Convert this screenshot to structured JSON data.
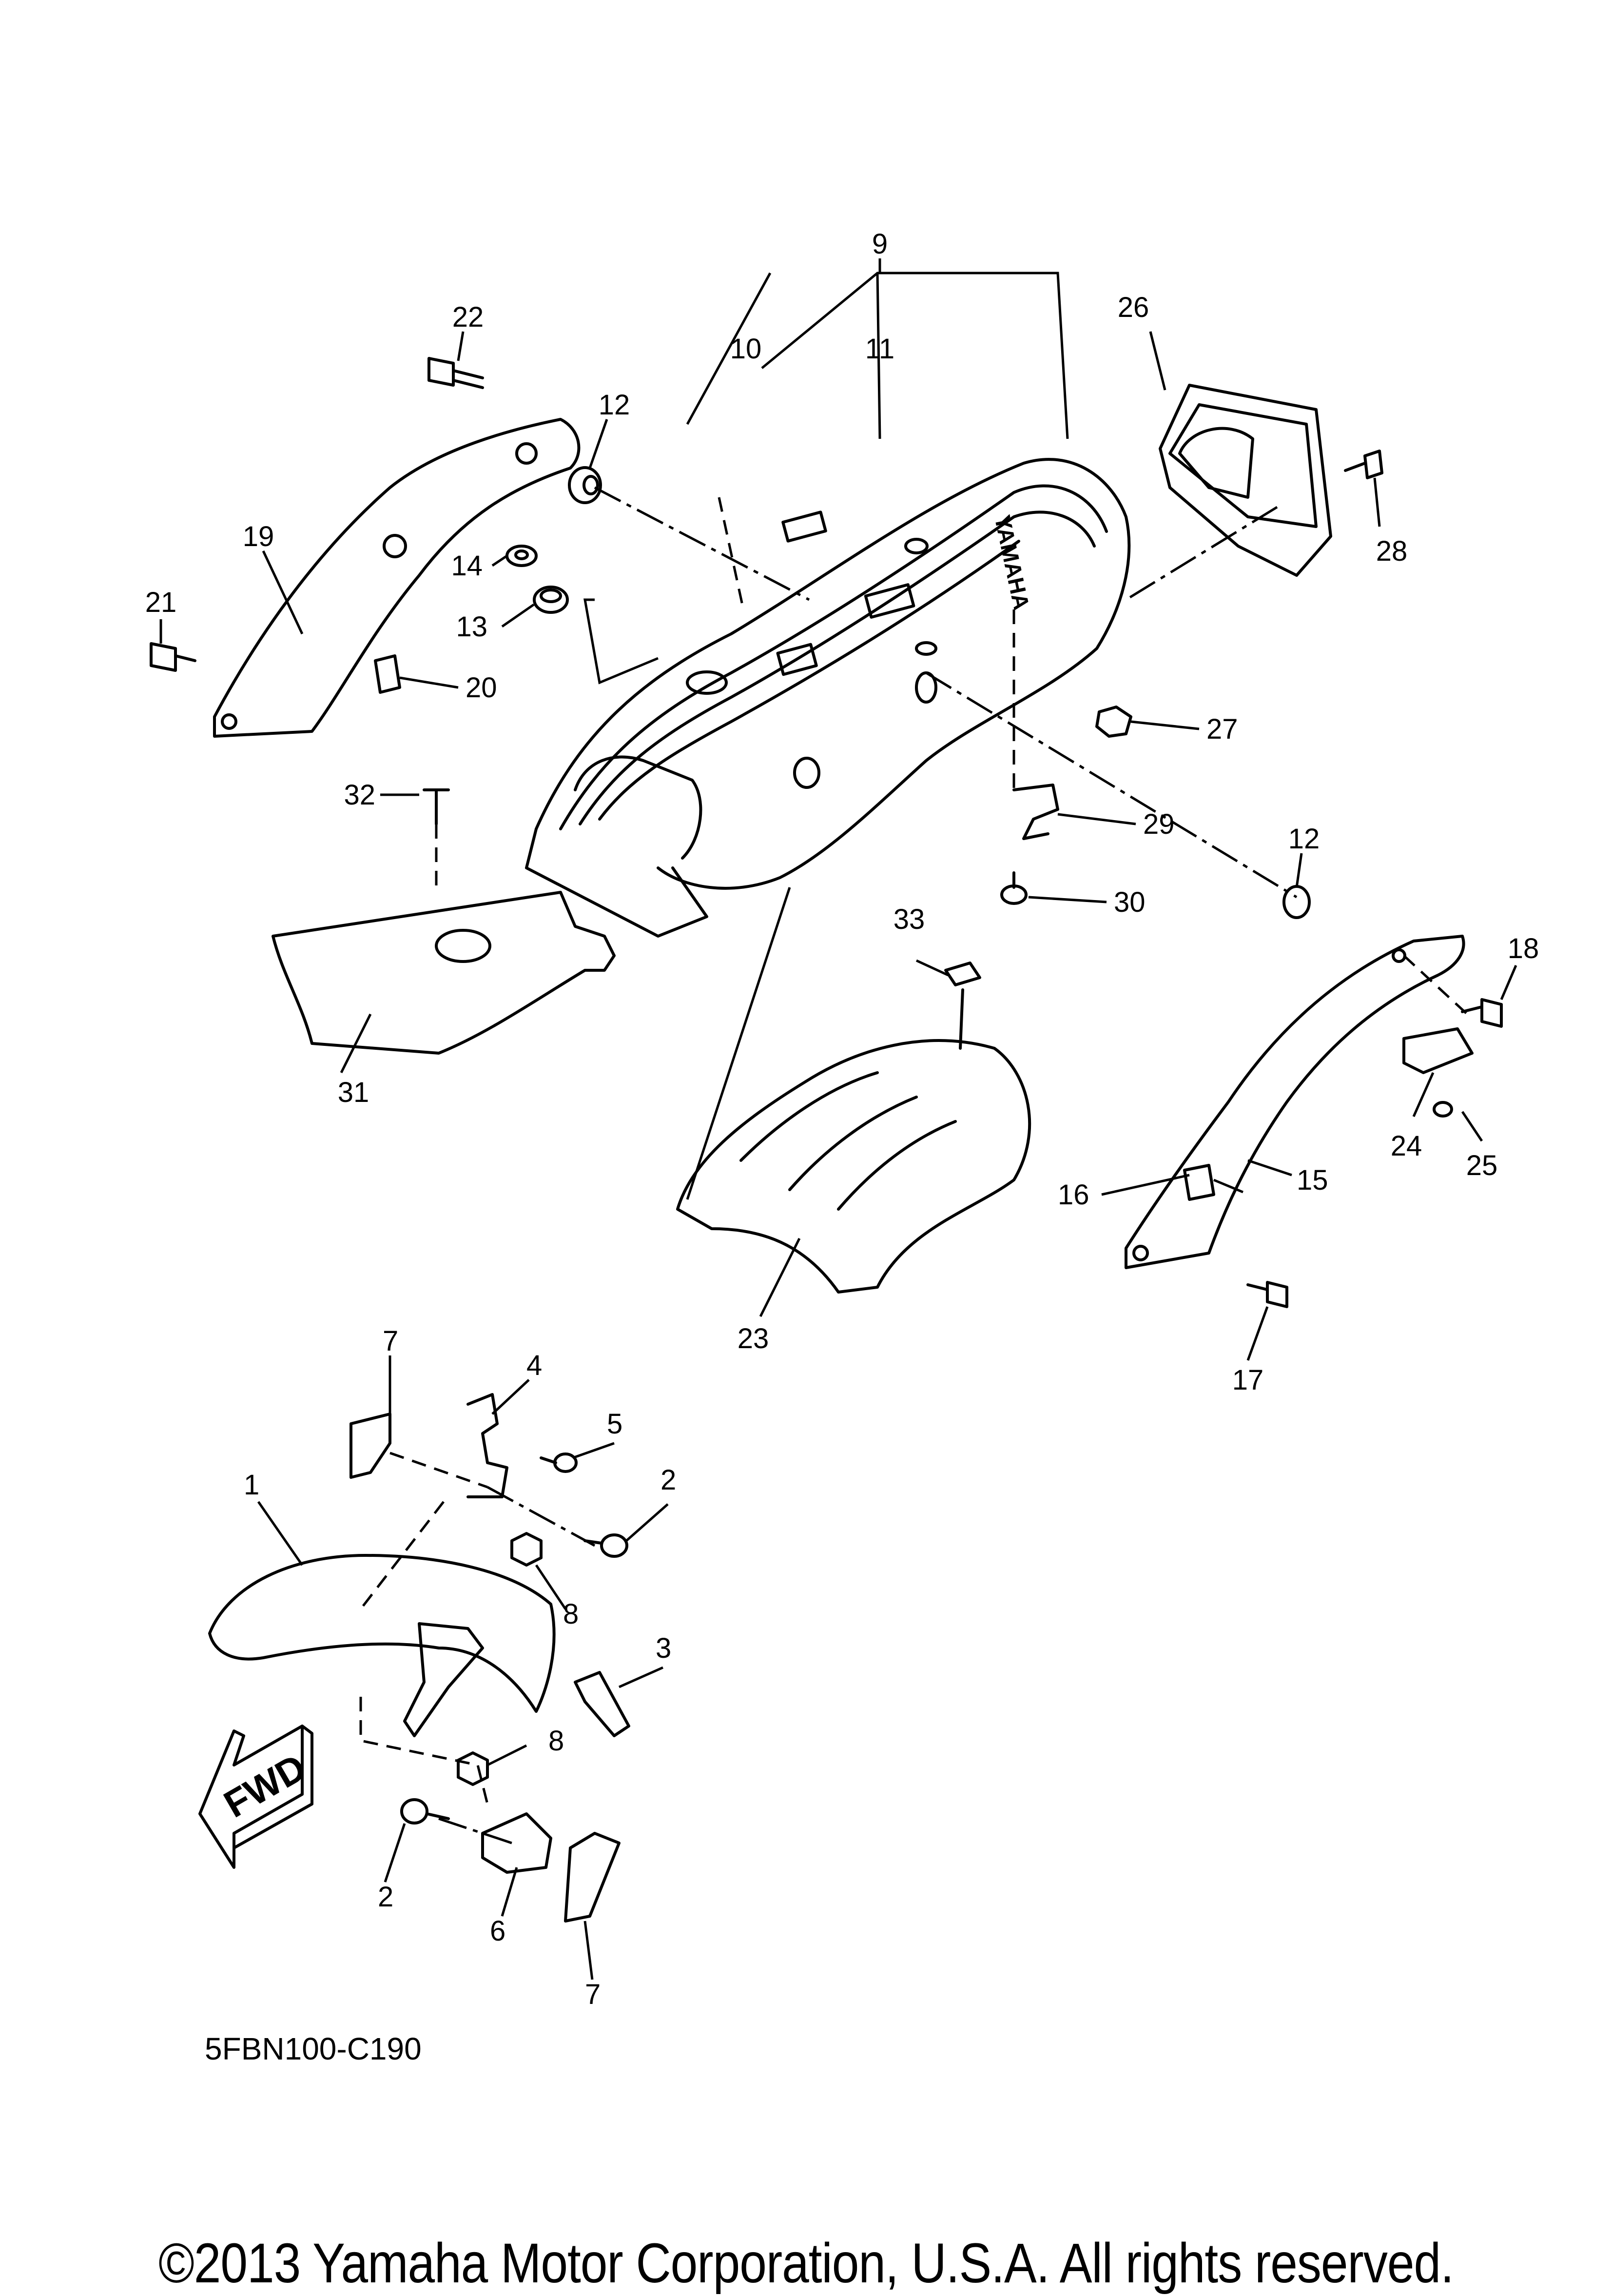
{
  "diagram": {
    "type": "exploded-parts-diagram",
    "subject": "Fender assembly",
    "diagram_code": "5FBN100-C190",
    "direction_indicator": "FWD",
    "brand_marking": "YAMAHA",
    "copyright": "©2013 Yamaha Motor Corporation, U.S.A. All rights reserved.",
    "callouts": [
      {
        "id": "1",
        "label": "1",
        "part": "front fender"
      },
      {
        "id": "2a",
        "label": "2",
        "part": "bolt"
      },
      {
        "id": "2b",
        "label": "2",
        "part": "bolt"
      },
      {
        "id": "3",
        "label": "3",
        "part": "clip"
      },
      {
        "id": "4",
        "label": "4",
        "part": "bracket"
      },
      {
        "id": "5",
        "label": "5",
        "part": "bolt"
      },
      {
        "id": "6",
        "label": "6",
        "part": "bracket"
      },
      {
        "id": "7a",
        "label": "7",
        "part": "damper"
      },
      {
        "id": "7b",
        "label": "7",
        "part": "damper"
      },
      {
        "id": "8a",
        "label": "8",
        "part": "nut"
      },
      {
        "id": "8b",
        "label": "8",
        "part": "nut"
      },
      {
        "id": "9",
        "label": "9",
        "part": "rear fender assembly"
      },
      {
        "id": "10",
        "label": "10",
        "part": "label"
      },
      {
        "id": "11",
        "label": "11",
        "part": "label"
      },
      {
        "id": "12a",
        "label": "12",
        "part": "collar"
      },
      {
        "id": "12b",
        "label": "12",
        "part": "collar"
      },
      {
        "id": "13",
        "label": "13",
        "part": "grommet"
      },
      {
        "id": "14",
        "label": "14",
        "part": "collar"
      },
      {
        "id": "15",
        "label": "15",
        "part": "rear fender stay (right)"
      },
      {
        "id": "16",
        "label": "16",
        "part": "damper"
      },
      {
        "id": "17",
        "label": "17",
        "part": "bolt"
      },
      {
        "id": "18",
        "label": "18",
        "part": "bolt"
      },
      {
        "id": "19",
        "label": "19",
        "part": "rear fender stay (left)"
      },
      {
        "id": "20",
        "label": "20",
        "part": "damper"
      },
      {
        "id": "21",
        "label": "21",
        "part": "bolt"
      },
      {
        "id": "22",
        "label": "22",
        "part": "bolt"
      },
      {
        "id": "23",
        "label": "23",
        "part": "mud flap"
      },
      {
        "id": "24",
        "label": "24",
        "part": "holder"
      },
      {
        "id": "25",
        "label": "25",
        "part": "screw"
      },
      {
        "id": "26",
        "label": "26",
        "part": "tail light base"
      },
      {
        "id": "27",
        "label": "27",
        "part": "nut"
      },
      {
        "id": "28",
        "label": "28",
        "part": "bolt"
      },
      {
        "id": "29",
        "label": "29",
        "part": "bracket"
      },
      {
        "id": "30",
        "label": "30",
        "part": "bolt"
      },
      {
        "id": "31",
        "label": "31",
        "part": "flap"
      },
      {
        "id": "32",
        "label": "32",
        "part": "screw"
      },
      {
        "id": "33",
        "label": "33",
        "part": "nut"
      }
    ]
  }
}
